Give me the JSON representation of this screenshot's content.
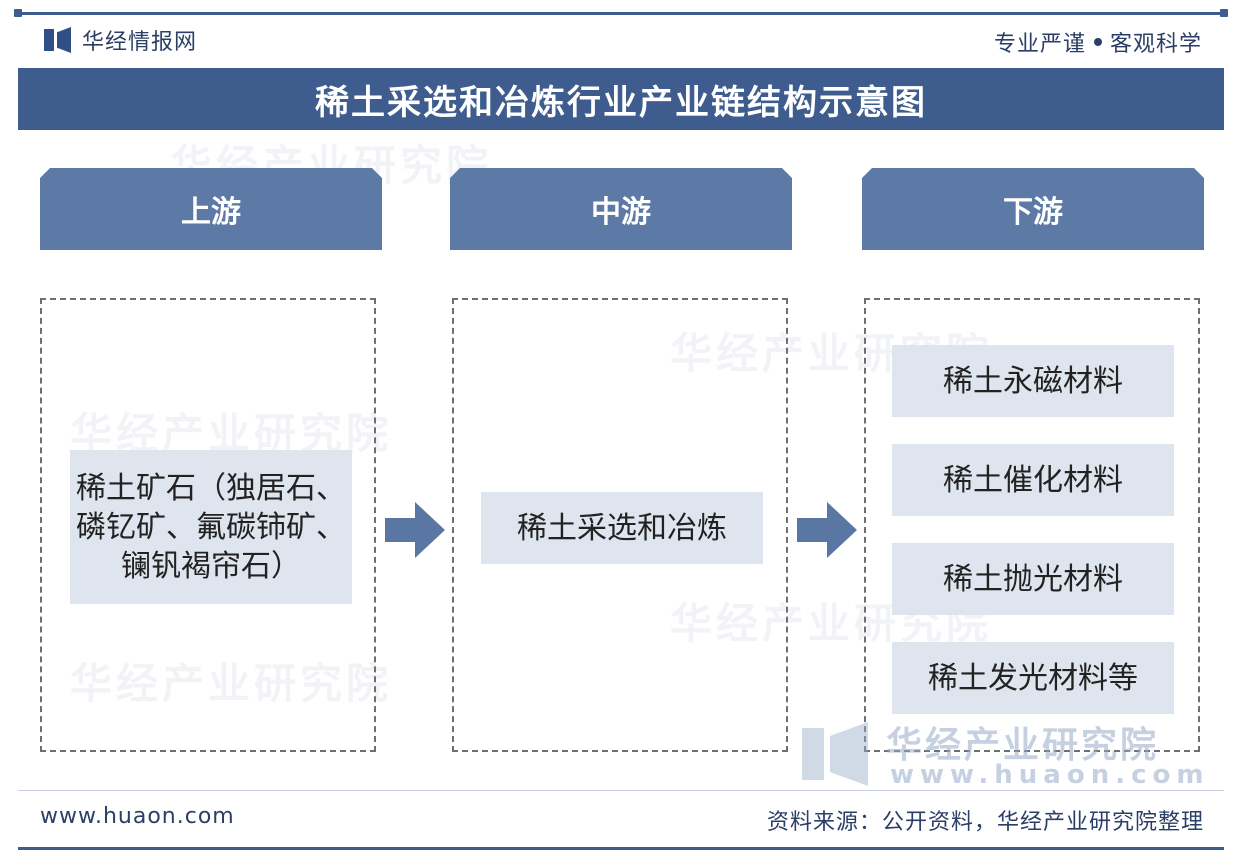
{
  "header": {
    "brand": "华经情报网",
    "slogan_left": "专业严谨",
    "slogan_right": "客观科学"
  },
  "title": "稀土采选和冶炼行业产业链结构示意图",
  "columns": [
    {
      "header": "上游",
      "items": [
        "稀土矿石（独居石、磷钇矿、氟碳铈矿、镧钒褐帘石）"
      ]
    },
    {
      "header": "中游",
      "items": [
        "稀土采选和冶炼"
      ]
    },
    {
      "header": "下游",
      "items": [
        "稀土永磁材料",
        "稀土催化材料",
        "稀土抛光材料",
        "稀土发光材料等"
      ]
    }
  ],
  "watermark": {
    "text": "华经产业研究院",
    "url": "www.huaon.com"
  },
  "footer": {
    "url": "www.huaon.com",
    "source": "资料来源：公开资料，华经产业研究院整理"
  },
  "colors": {
    "primary": "#3e5d8e",
    "header_block": "#5d7aa6",
    "item_bg": "#dfe5ee",
    "arrow": "#5a77a3"
  }
}
